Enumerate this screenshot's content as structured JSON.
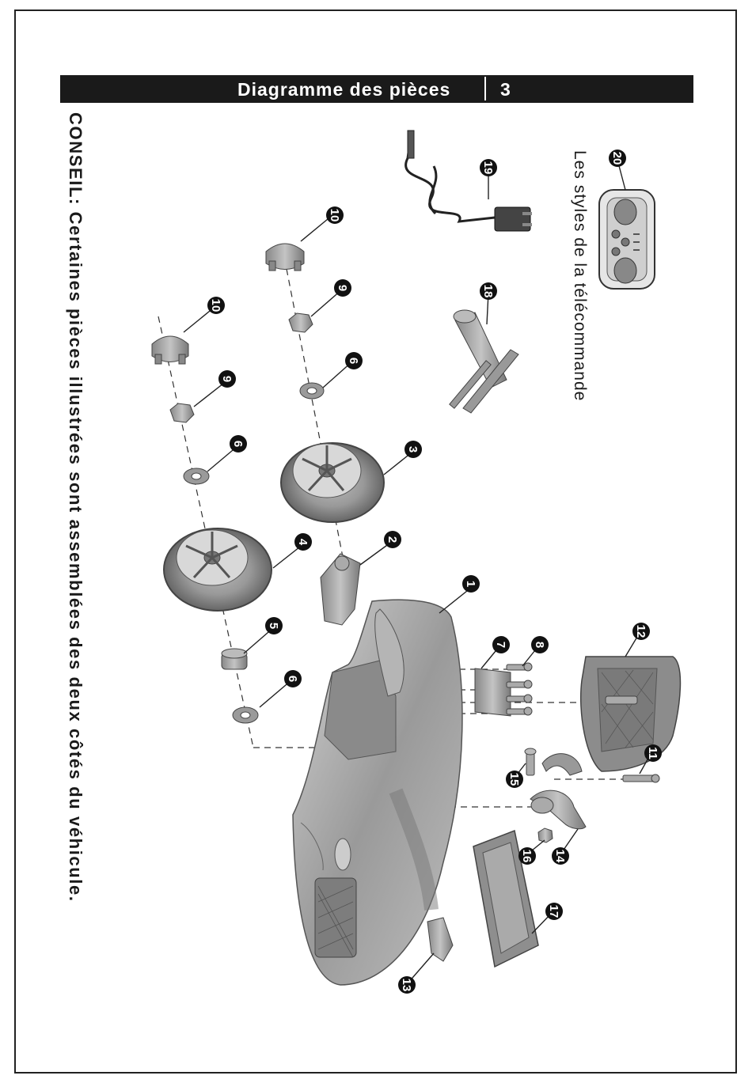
{
  "header": {
    "title": "Diagramme des pièces",
    "page_number": "3"
  },
  "tip": "CONSEIL: Certaines pièces illustrées sont assemblées des deux côtés du véhicule.",
  "remote_note": "Les styles de la télécommande",
  "callouts": [
    "1",
    "2",
    "3",
    "4",
    "5",
    "6",
    "6",
    "6",
    "7",
    "8",
    "9",
    "9",
    "10",
    "10",
    "11",
    "12",
    "13",
    "14",
    "15",
    "16",
    "17",
    "18",
    "19",
    "20"
  ]
}
